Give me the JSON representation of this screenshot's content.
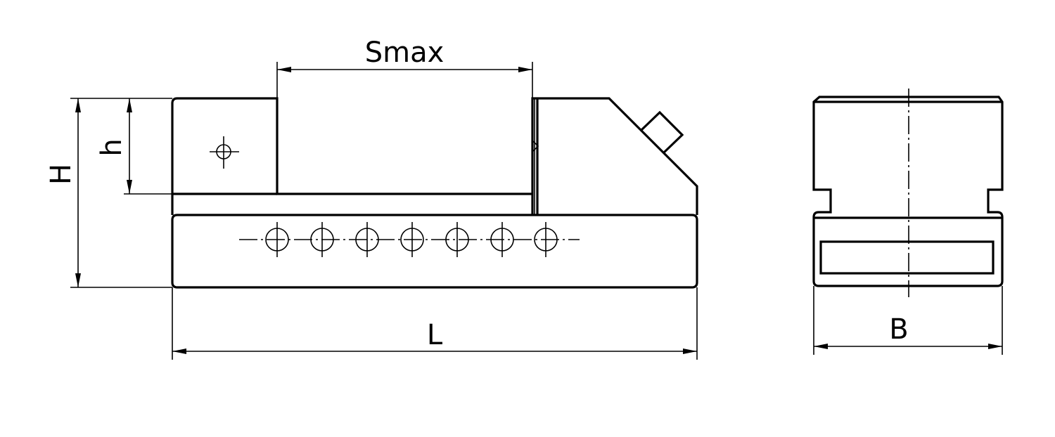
{
  "labels": {
    "smax": "Smax",
    "height_H": "H",
    "height_h": "h",
    "length_L": "L",
    "width_B": "B"
  },
  "colors": {
    "line": "#000000",
    "background": "#ffffff"
  }
}
